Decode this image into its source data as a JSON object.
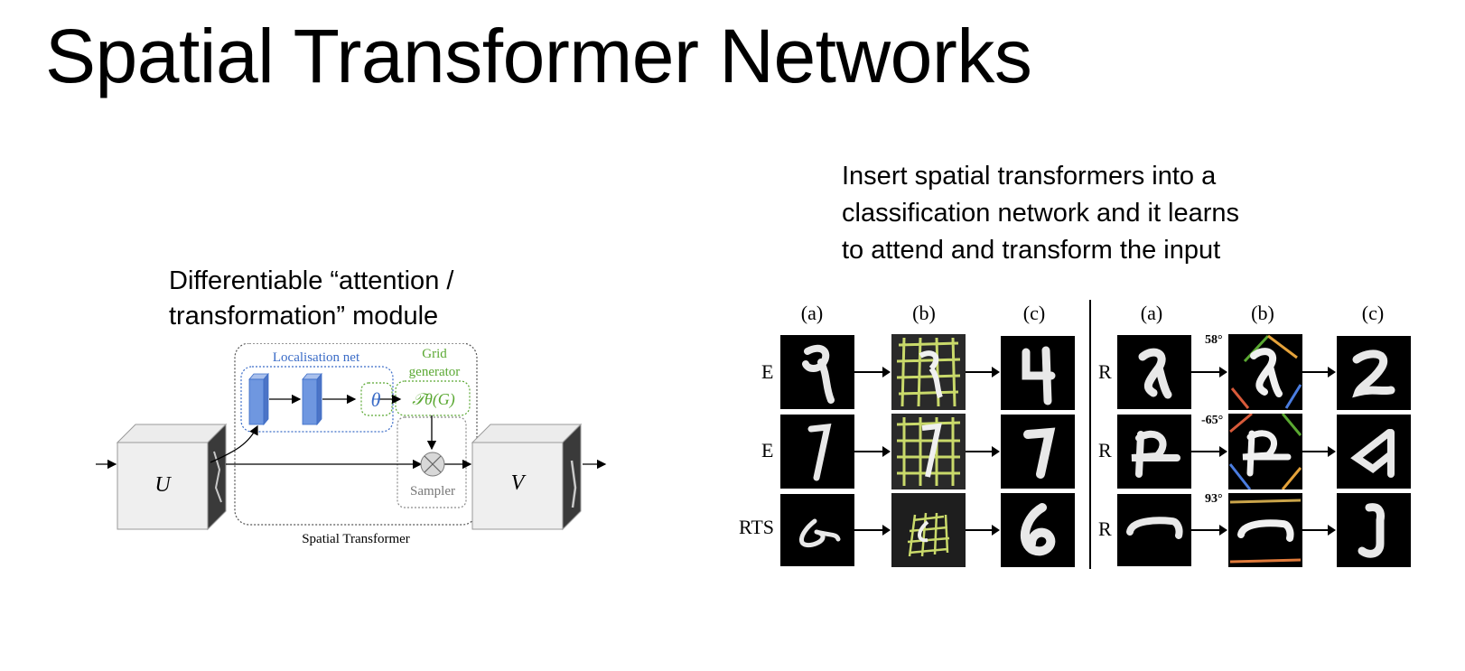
{
  "slide": {
    "title": "Spatial Transformer Networks",
    "left_caption_line1": "Differentiable “attention /",
    "left_caption_line2": "transformation” module",
    "right_caption_line1": "Insert spatial transformers into a",
    "right_caption_line2": "classification network and it learns",
    "right_caption_line3": "to attend and transform the input"
  },
  "diagram": {
    "input_label": "U",
    "output_label": "V",
    "localisation_label": "Localisation net",
    "theta_label": "θ",
    "grid_label_line1": "Grid",
    "grid_label_line2": "generator",
    "transform_label": "𝒯θ(G)",
    "sampler_label": "Sampler",
    "module_label": "Spatial Transformer",
    "colors": {
      "localisation": "#3b6cc7",
      "grid": "#5aa832",
      "block_fill": "#6f97e0",
      "sampler": "#7a7a7a"
    }
  },
  "results": {
    "left_panel": {
      "col_headers": [
        "(a)",
        "(b)",
        "(c)"
      ],
      "rows": [
        {
          "label": "E"
        },
        {
          "label": "E"
        },
        {
          "label": "RTS"
        }
      ]
    },
    "right_panel": {
      "col_headers": [
        "(a)",
        "(b)",
        "(c)"
      ],
      "rows": [
        {
          "label": "R",
          "angle": "58°"
        },
        {
          "label": "R",
          "angle": "-65°"
        },
        {
          "label": "R",
          "angle": "93°"
        }
      ]
    }
  }
}
